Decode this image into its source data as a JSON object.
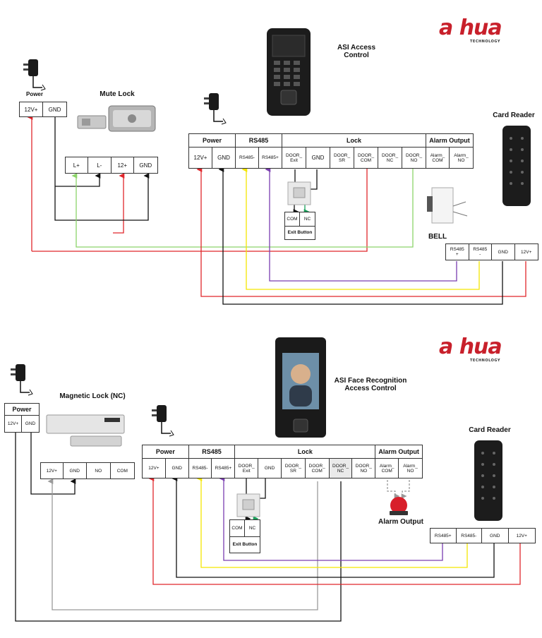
{
  "brand": {
    "logo_text": "a hua",
    "logo_sub": "TECHNOLOGY"
  },
  "top": {
    "device_title": "ASI  Access\nControl",
    "mute_lock_title": "Mute Lock",
    "card_reader_title": "Card Reader",
    "bell_title": "BELL",
    "power": {
      "title": "Power",
      "terminals": [
        "12V+",
        "GND"
      ]
    },
    "lock_terminals": [
      "L+",
      "L-",
      "12+",
      "GND"
    ],
    "controller": {
      "groups": [
        "Power",
        "RS485",
        "Lock",
        "Alarm Output"
      ],
      "terminals": [
        "12V+",
        "GND",
        "RS485-",
        "RS485+",
        "DOOR_\nExit",
        "GND",
        "DOOR_\nSR",
        "DOOR_\nCOM",
        "DOOR_\nNC",
        "DOOR_\nNO",
        "Alarm_\nCOM",
        "Alarm_\nNO"
      ]
    },
    "exit_button": {
      "title": "Exit Button",
      "terminals": [
        "COM",
        "NC"
      ]
    },
    "reader_terminals": [
      "RS485\n+",
      "RS485\n-",
      "GND",
      "12V+"
    ]
  },
  "bottom": {
    "device_title": "ASI Face Recognition\nAccess Control",
    "mag_lock_title": "Magnetic Lock (NC)",
    "card_reader_title": "Card Reader",
    "alarm_title": "Alarm Output",
    "power": {
      "title": "Power",
      "terminals": [
        "12V+",
        "GND"
      ]
    },
    "lock_terminals": [
      "12V+",
      "GND",
      "NO",
      "COM"
    ],
    "controller": {
      "groups": [
        "Power",
        "RS485",
        "Lock",
        "Alarm Output"
      ],
      "terminals": [
        "12V+",
        "GND",
        "RS485-",
        "RS485+",
        "DOOR_\nExit",
        "GND",
        "DOOR_\nSR",
        "DOOR_\nCOM",
        "DOOR_\nNC",
        "DOOR_\nNO",
        "Alarm_\nCOM",
        "Alarm_\nNO"
      ]
    },
    "exit_button": {
      "title": "Exit Button",
      "terminals": [
        "COM",
        "NC"
      ]
    },
    "reader_terminals": [
      "RS485+",
      "RS485-",
      "GND",
      "12V+"
    ]
  },
  "colors": {
    "red": "#e0262b",
    "black": "#111111",
    "green": "#8cd46a",
    "yellow": "#f4e600",
    "purple": "#7a3db0",
    "grey": "#9a9a9a",
    "teal": "#1aa05a"
  }
}
